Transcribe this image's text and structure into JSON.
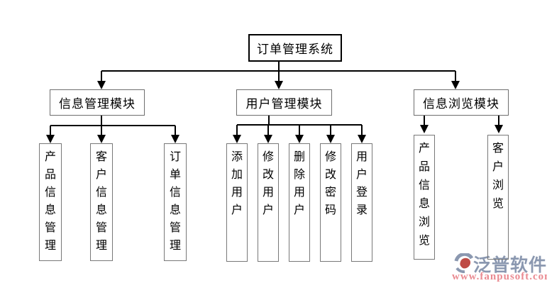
{
  "diagram": {
    "title": "订单管理系统",
    "modules": [
      {
        "label": "信息管理模块",
        "children": [
          {
            "label": "产品信息管理"
          },
          {
            "label": "客户信息管理"
          },
          {
            "label": "订单信息管理"
          }
        ]
      },
      {
        "label": "用户管理模块",
        "children": [
          {
            "label": "添加用户"
          },
          {
            "label": "修改用户"
          },
          {
            "label": "删除用户"
          },
          {
            "label": "修改密码"
          },
          {
            "label": "用户登录"
          }
        ]
      },
      {
        "label": "信息浏览模块",
        "children": [
          {
            "label": "产品信息浏览"
          },
          {
            "label": "客户浏览"
          }
        ]
      }
    ]
  },
  "watermark": {
    "brand": "泛普软件",
    "url": "www.fanpusoft.com",
    "logo_icon": "fanpu-logo-icon"
  },
  "colors": {
    "line": "#000000",
    "root_border": "#000000",
    "box_border": "#787878",
    "watermark_brand": "#8b98b0",
    "watermark_url": "#ea8a91",
    "watermark_logo_red": "#bf4b45"
  }
}
